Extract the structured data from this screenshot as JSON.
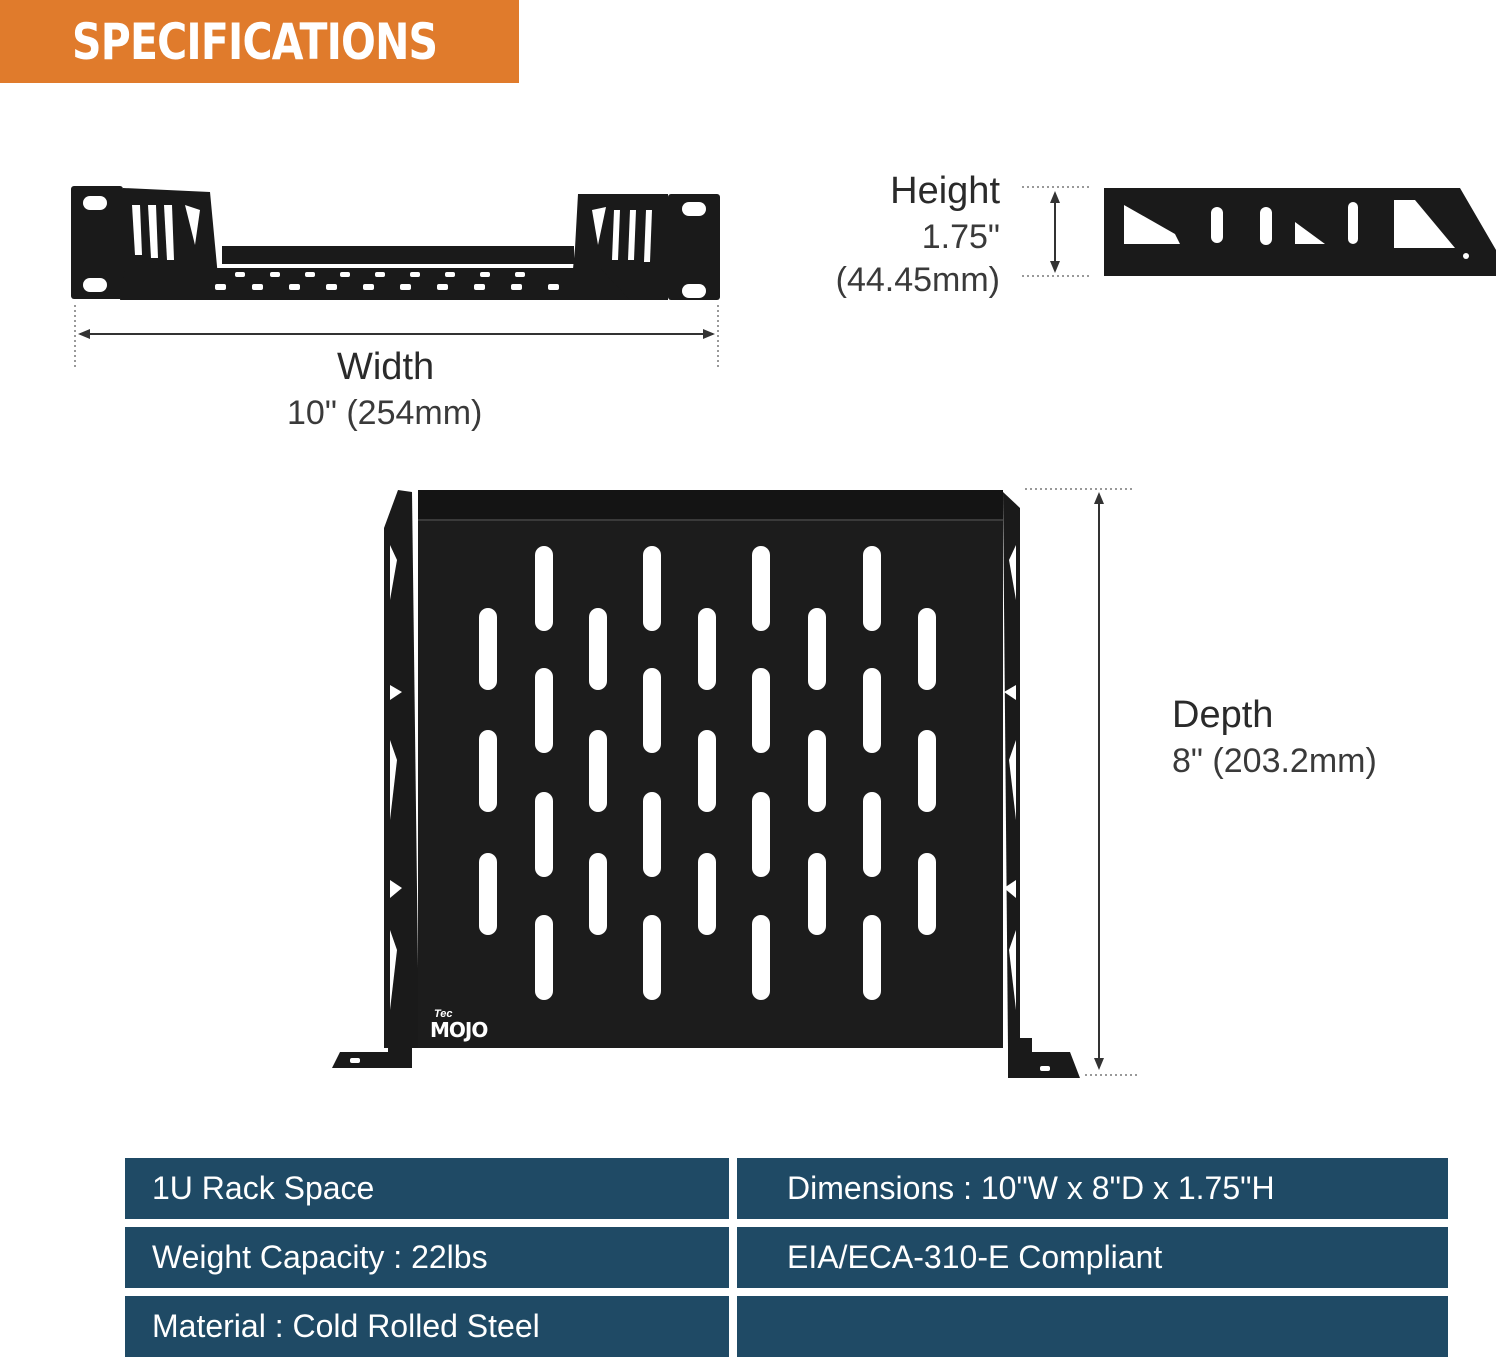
{
  "header": {
    "title": "SPECIFICATIONS"
  },
  "colors": {
    "accent": "#e07b2c",
    "table_bg": "#1f4a65",
    "product": "#1a1a1a"
  },
  "dimensions": {
    "width": {
      "label": "Width",
      "value": "10\" (254mm)"
    },
    "height": {
      "label": "Height",
      "value_in": "1.75\"",
      "value_mm": "(44.45mm)"
    },
    "depth": {
      "label": "Depth",
      "value": "8\" (203.2mm)"
    }
  },
  "product": {
    "logo_small": "Tec",
    "logo_big": "MOJO"
  },
  "specs": [
    {
      "left": "1U Rack Space",
      "right": "Dimensions : 10\"W x 8\"D x 1.75\"H"
    },
    {
      "left": "Weight Capacity : 22lbs",
      "right": "EIA/ECA-310-E Compliant"
    },
    {
      "left": "Material : Cold Rolled Steel",
      "right": ""
    }
  ]
}
